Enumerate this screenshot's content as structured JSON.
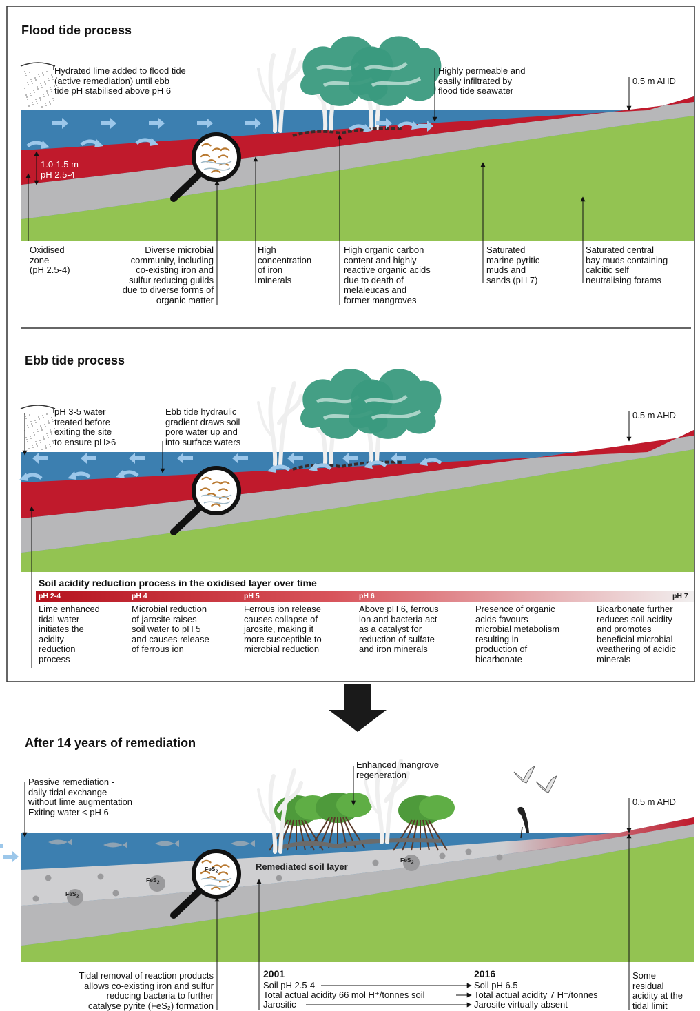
{
  "panels": {
    "flood": {
      "title": "Flood tide process",
      "lime_note": "Hydrated lime added to flood tide\n(active remediation) until ebb\ntide pH stabilised above pH 6",
      "permeable_note": "Highly permeable and\neasily infiltrated by\nflood tide seawater",
      "ahd": "0.5 m AHD",
      "depth": "1.0-1.5 m\npH 2.5-4",
      "labels": {
        "oxidised": "Oxidised\nzone\n(pH 2.5-4)",
        "microbial": "Diverse microbial\ncommunity, including\nco-existing iron and\nsulfur reducing guilds\ndue to diverse forms of\norganic matter",
        "iron": "High\nconcentration\nof iron\nminerals",
        "organic": "High organic carbon\ncontent and highly\nreactive organic acids\ndue to death of\nmelaleucas and\nformer mangroves",
        "marine": "Saturated\nmarine pyritic\nmuds and\nsands (pH 7)",
        "central": "Saturated central\nbay muds containing\ncalcitic self\nneutralising forams"
      }
    },
    "ebb": {
      "title": "Ebb tide process",
      "treated_note": "pH 3-5 water\ntreated before\nexiting the site\nto ensure pH>6",
      "gradient_note": "Ebb tide hydraulic\ngradient draws soil\npore water up and\ninto surface waters",
      "ahd": "0.5 m AHD"
    },
    "acidity": {
      "title": "Soil acidity reduction process in the oxidised layer over time",
      "ph_ticks": [
        "pH 2-4",
        "pH 4",
        "pH 5",
        "pH 6",
        "pH 7"
      ],
      "steps": [
        "Lime enhanced\ntidal water\ninitiates the\nacidity\nreduction\nprocess",
        "Microbial reduction\nof jarosite raises\nsoil water to pH 5\nand causes release\nof ferrous ion",
        "Ferrous ion release\ncauses collapse of\njarosite, making it\nmore susceptible to\nmicrobial reduction",
        "Above pH 6, ferrous\nion and bacteria act\nas a catalyst for\nreduction of sulfate\nand iron minerals",
        "Presence of organic\nacids favours\nmicrobial metabolism\nresulting in\nproduction of\nbicarbonate",
        "Bicarbonate further\nreduces soil acidity\nand promotes\nbeneficial microbial\nweathering of acidic\nminerals"
      ]
    },
    "after": {
      "title": "After 14 years of remediation",
      "passive_note": "Passive remediation -\ndaily tidal exchange\nwithout lime augmentation\nExiting water < pH 6",
      "mangrove_note": "Enhanced mangrove\nregeneration",
      "ahd": "0.5 m AHD",
      "soil_layer": "Remediated soil layer",
      "fes_label": "FeS",
      "fes_sub": "2",
      "tidal_removal": "Tidal removal of reaction products\nallows co-existing iron and sulfur\nreducing bacteria to further\ncatalyse pyrite (FeS₂) formation",
      "year_start": "2001",
      "year_end": "2016",
      "comparison": [
        {
          "before": "Soil pH 2.5-4",
          "after": "Soil pH 6.5"
        },
        {
          "before": "Total actual acidity 66 mol H⁺/tonnes soil",
          "after": "Total actual acidity 7 H⁺/tonnes"
        },
        {
          "before": "Jarositic",
          "after": "Jarosite virtually absent"
        }
      ],
      "residual": "Some\nresidual\nacidity at the\ntidal limit"
    }
  },
  "colors": {
    "water": "#3c7fb0",
    "acid_layer": "#c01a2c",
    "grey_layer": "#b7b7b9",
    "grey_layer_light": "#cfcfd1",
    "green_layer": "#93c352",
    "canopy": "#3a9a7e",
    "mangrove": "#4e9a3b",
    "arrow_light": "#9cc7ea"
  }
}
